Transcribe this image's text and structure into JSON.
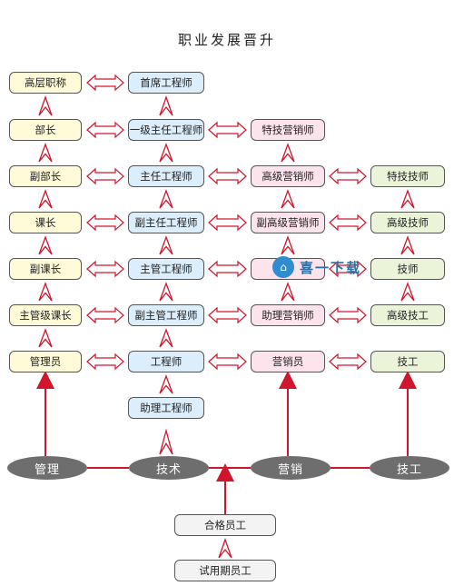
{
  "title": "职业发展晋升",
  "columns": {
    "management": [
      "高层职称",
      "部长",
      "副部长",
      "课长",
      "副课长",
      "主管级课长",
      "管理员"
    ],
    "technical": [
      "首席工程师",
      "一级主任工程师",
      "主任工程师",
      "副主任工程师",
      "主管工程师",
      "副主管工程师",
      "工程师",
      "助理工程师"
    ],
    "sales": [
      "特技营销师",
      "高级营销师",
      "副高级营销师",
      "",
      "助理营销师",
      "营销员"
    ],
    "technician": [
      "特技技师",
      "高级技师",
      "技师",
      "高级技工",
      "技工"
    ]
  },
  "tracks": [
    "管理",
    "技术",
    "营销",
    "技工"
  ],
  "entry": [
    "合格员工",
    "试用期员工"
  ],
  "watermark": "喜一下载",
  "colors": {
    "arrow": "#d0162c",
    "node": "#6e6e6e"
  }
}
